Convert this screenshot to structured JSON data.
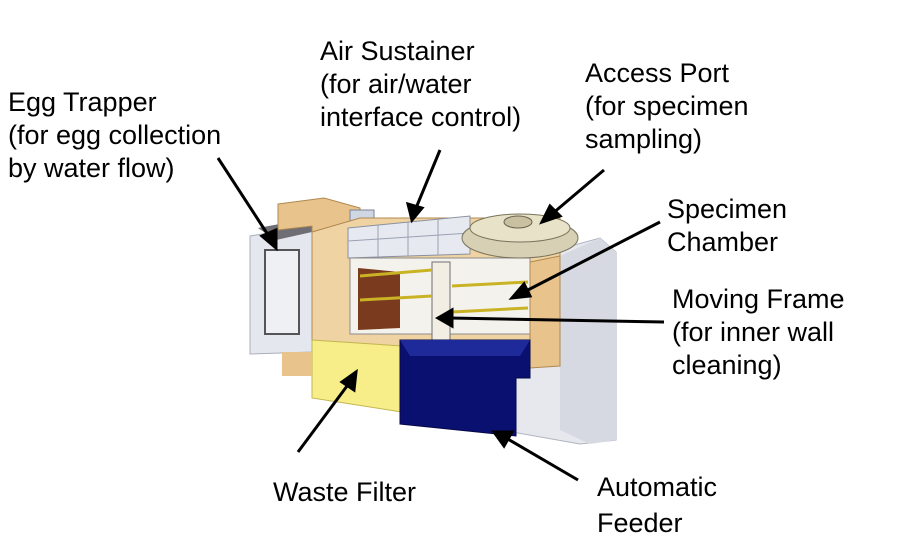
{
  "labels": {
    "egg_trapper": [
      "Egg Trapper",
      "(for egg collection",
      "by water flow)"
    ],
    "air_sustainer": [
      "Air Sustainer",
      "(for air/water",
      "interface control)"
    ],
    "access_port": [
      "Access Port",
      "(for specimen",
      "sampling)"
    ],
    "specimen_chamber": [
      "Specimen",
      "Chamber"
    ],
    "moving_frame": [
      "Moving Frame",
      "(for inner wall",
      "cleaning)"
    ],
    "waste_filter": [
      "Waste Filter"
    ],
    "automatic_feeder": [
      "Automatic",
      "Feeder"
    ]
  },
  "colors": {
    "box_tan": "#e8c48c",
    "box_dark_tan": "#c89a5c",
    "filter_yellow": "#f7ee8a",
    "feeder_blue": "#0a1070",
    "housing_grey": "#e3e6ec",
    "chamber_brown": "#7a3a1e"
  }
}
